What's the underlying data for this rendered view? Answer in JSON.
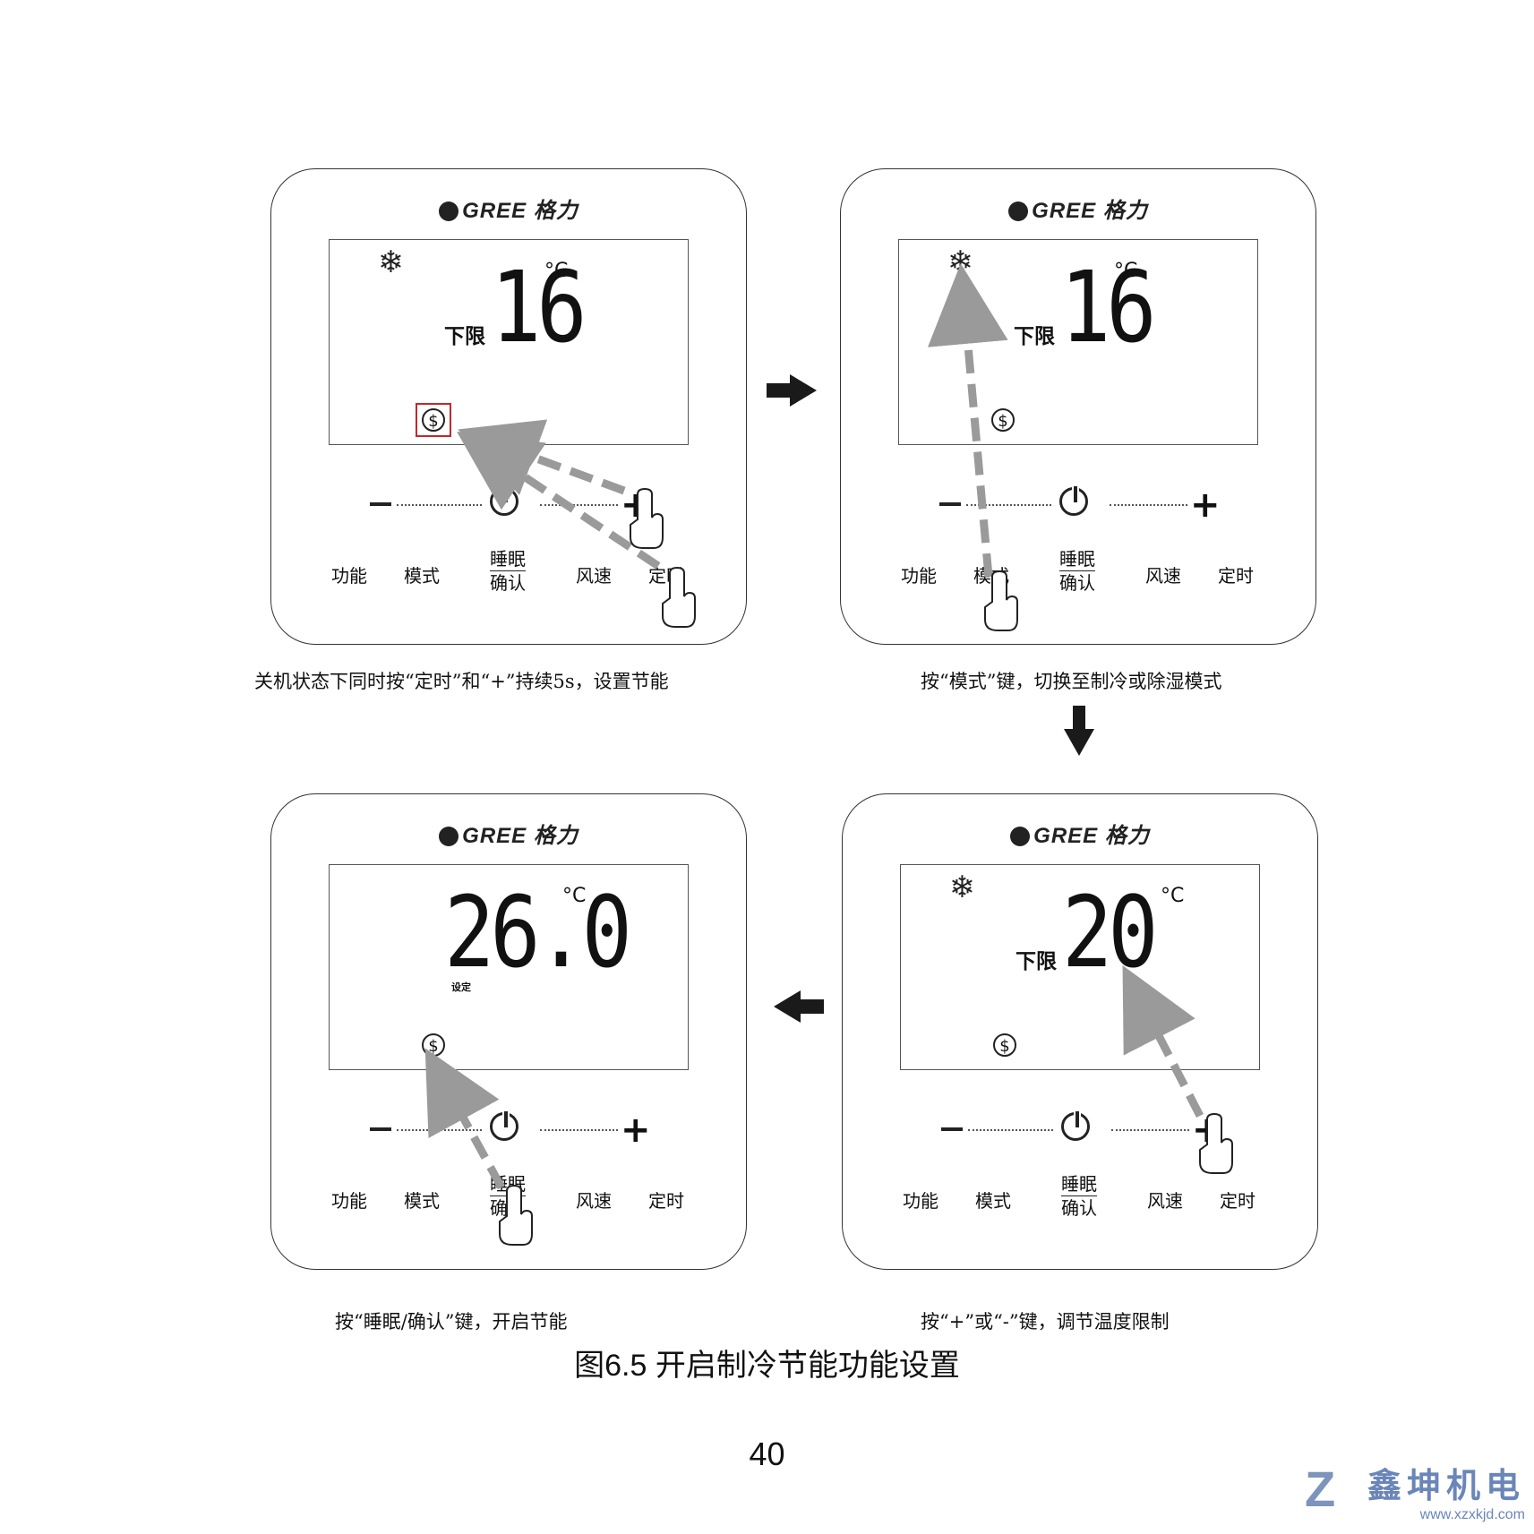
{
  "brand": "GREE 格力",
  "buttons": {
    "func": "功能",
    "mode": "模式",
    "sleep_top": "睡眠",
    "sleep_bottom": "确认",
    "fan": "风速",
    "timer": "定时",
    "minus": "−",
    "plus": "+"
  },
  "panels": [
    {
      "lim": "下限",
      "temp": "16",
      "deg": "°C",
      "coin": "$",
      "caption": "关机状态下同时按“定时”和“+”持续5s，设置节能"
    },
    {
      "lim": "下限",
      "temp": "16",
      "deg": "°C",
      "coin": "$",
      "caption": "按“模式”键，切换至制冷或除湿模式"
    },
    {
      "lim": "下限",
      "temp": "20",
      "deg": "°C",
      "coin": "$",
      "caption": "按“+”或“-”键，调节温度限制"
    },
    {
      "lim": "",
      "temp": "26.0",
      "deg": "°C",
      "coin": "$",
      "set_label": "设定",
      "caption": "按“睡眠/确认”键，开启节能"
    }
  ],
  "snow_icon": "❄",
  "figure_title": "图6.5  开启制冷节能功能设置",
  "page_number": "40",
  "watermark": {
    "name": "鑫坤机电",
    "url": "www.xzxkjd.com",
    "mark": "Z"
  },
  "colors": {
    "arrow": "#9a9a9a",
    "highlight": "#c0282d",
    "flow_arrow": "#1a1a1a"
  }
}
